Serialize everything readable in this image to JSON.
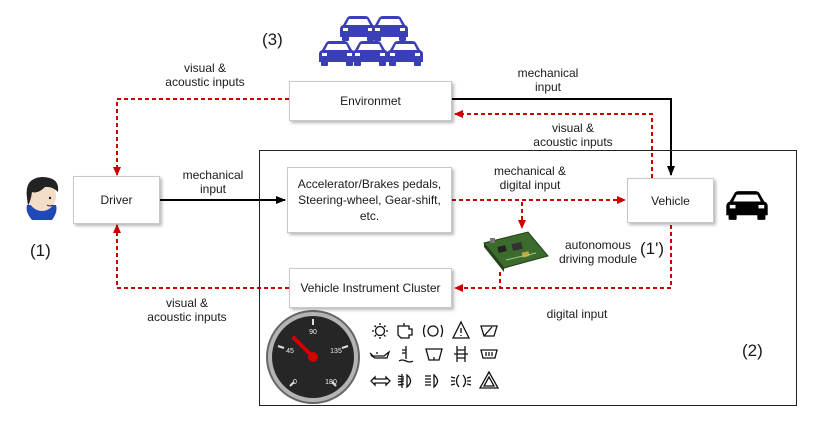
{
  "labels": {
    "n3": "(3)",
    "n1": "(1)",
    "n2": "(2)",
    "n1p": "(1')",
    "visual_top_l1": "visual &",
    "visual_top_l2": "acoustic inputs",
    "mech_top_l1": "mechanical",
    "mech_top_l2": "input",
    "visual_right_l1": "visual &",
    "visual_right_l2": "acoustic inputs",
    "mech_mid_l1": "mechanical",
    "mech_mid_l2": "input",
    "mechdig_l1": "mechanical &",
    "mechdig_l2": "digital input",
    "autonomous_l1": "autonomous",
    "autonomous_l2": "driving module",
    "visual_bottom_l1": "visual &",
    "visual_bottom_l2": "acoustic inputs",
    "digital_input": "digital input"
  },
  "boxes": {
    "environment": "Environmet",
    "driver": "Driver",
    "controls_l1": "Accelerator/Brakes pedals,",
    "controls_l2": "Steering-wheel, Gear-shift,",
    "controls_l3": "etc.",
    "vehicle": "Vehicle",
    "cluster": "Vehicle Instrument Cluster"
  },
  "gauge": {
    "ticks": [
      "0",
      "45",
      "90",
      "135",
      "180"
    ],
    "needle_value": 60
  },
  "warning_icons": [
    "sun-gear-icon",
    "engine-icon",
    "brake-icon",
    "warning-triangle-icon",
    "wiper-icon",
    "oil-can-icon",
    "coolant-temp-icon",
    "washer-icon",
    "seat-icon",
    "rear-defrost-icon",
    "turn-signal-icon",
    "fog-light-icon",
    "high-beam-icon",
    "parking-light-icon",
    "hazard-triangle-icon"
  ],
  "colors": {
    "black_arrow": "#000000",
    "red_dashed": "#cc0000",
    "car_blue": "#3a3fb5",
    "person_skin": "#f3dcc8",
    "person_hair": "#222222",
    "person_shirt": "#1f49b8"
  }
}
